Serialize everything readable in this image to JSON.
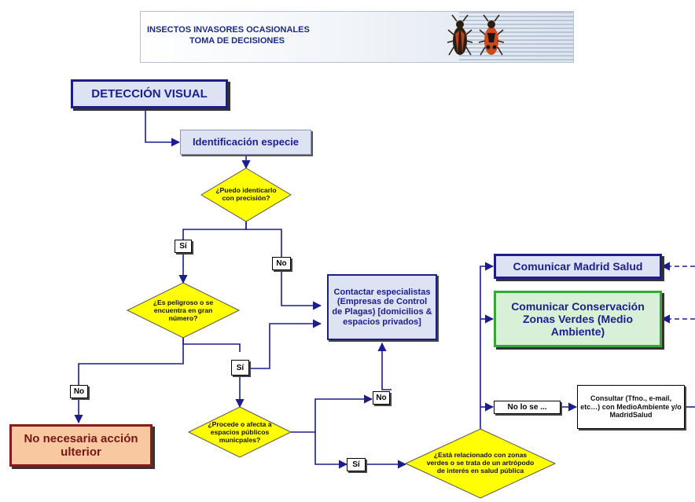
{
  "header": {
    "title_line1": "INSECTOS INVASORES OCASIONALES",
    "title_line2": "TOMA DE DECISIONES"
  },
  "nodes": {
    "deteccion": "DETECCIÓN VISUAL",
    "identificacion": "Identificación especie",
    "q_identificar": "¿Puedo identicarlo con precisión?",
    "q_peligroso": "¿Es peligroso o se encuentra en gran número?",
    "q_publicos": "¿Procede o afecta a espacios públicos municpales?",
    "q_zonas_verdes": "¿Está relacionado con zonas verdes o se trata de un artrópodo de interés en salud pública",
    "contactar": "Contactar especialistas (Empresas de Control de Plagas) [domicilios & espacios privados]",
    "no_necesaria": "No necesaria acción ulterior",
    "madrid_salud": "Comunicar Madrid Salud",
    "conservacion": "Comunicar Conservación Zonas Verdes (Medio Ambiente)",
    "consultar": "Consultar (Tfno., e-mail, etc…) con MedioAmbiente y/o MadridSalud"
  },
  "labels": {
    "si_1": "Sí",
    "no_1": "No",
    "si_2": "Sí",
    "no_2": "No",
    "no_3": "No",
    "si_3": "Sí",
    "no_lo_se": "No lo se ..."
  },
  "colors": {
    "navy": "#1c1e8c",
    "box_fill": "#dde3f3",
    "diamond": "#ffff00",
    "green_border": "#3aa63a",
    "green_fill": "#d7f0d7",
    "salmon": "#f8c9a0",
    "red_border": "#8b1a1a"
  }
}
